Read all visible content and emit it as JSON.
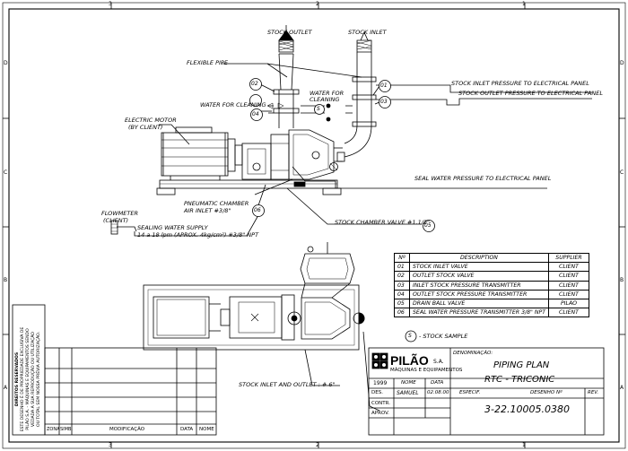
{
  "frame": {
    "top_zones": [
      "3",
      "2",
      "1"
    ],
    "bottom_zones": [
      "3",
      "2",
      "1"
    ],
    "left_zones": [
      "D",
      "C",
      "B",
      "A"
    ],
    "right_zones": [
      "D",
      "C",
      "B",
      "A"
    ]
  },
  "callouts": {
    "stock_outlet": "STOCK OUTLET",
    "stock_inlet": "STOCK INLET",
    "flexible_pipe": "FLEXIBLE PIPE",
    "water_for_cleaning_a": "WATER FOR",
    "water_for_cleaning_b": "CLEANING",
    "water_for_cleaning_left": "WATER FOR CLEANING",
    "electric_motor_a": "ELECTRIC MOTOR",
    "electric_motor_b": "(BY CLIENT)",
    "inlet_pressure": "STOCK INLET PRESSURE TO ELECTRICAL PANEL",
    "outlet_pressure": "STOCK OUTLET PRESSURE TO ELECTRICAL PANEL",
    "seal_water": "SEAL WATER PRESSURE TO ELECTRICAL PANEL",
    "pneumatic_a": "PNEUMATIC CHAMBER",
    "pneumatic_b": "AIR INLET #3/8\"",
    "flowmeter_a": "FLOWMETER",
    "flowmeter_b": "(CLIENT)",
    "sealing_a": "SEALING WATER SUPPLY",
    "sealing_b": "14 a 18 lpm (APROX. 4kg/cm²) #3/8\" NPT",
    "stock_chamber_valve": "STOCK CHAMBER VALVE #1.1/2\"",
    "stock_inlet_outlet": "STOCK INLET AND OUTLET : # 6\"",
    "stock_sample": "- STOCK SAMPLE",
    "sample_symbol": "S",
    "balloon_01": "01",
    "balloon_02": "02",
    "balloon_03": "03",
    "balloon_04": "04",
    "balloon_05": "05",
    "balloon_06": "06"
  },
  "parts_table": {
    "headers": [
      "Nº",
      "DESCRIPTION",
      "SUPPLIER"
    ],
    "rows": [
      [
        "01",
        "STOCK INLET VALVE",
        "CLIENT"
      ],
      [
        "02",
        "OUTLET STOCK VALVE",
        "CLIENT"
      ],
      [
        "03",
        "INLET STOCK PRESSURE TRANSMITTER",
        "CLIENT"
      ],
      [
        "04",
        "OUTLET STOCK PRESSURE TRANSMITTER",
        "CLIENT"
      ],
      [
        "05",
        "DRAIN BALL VALVE",
        "PILAO"
      ],
      [
        "06",
        "SEAL WATER PRESSURE TRANSMITTER  3/8\" NPT",
        "CLIENT"
      ]
    ]
  },
  "title_block": {
    "brand": "PILÃO",
    "brand_suffix": "S.A.",
    "brand_sub": "MÁQUINAS E EQUIPAMENTOS",
    "denominacao_label": "DENOMINAÇÃO:",
    "title_line1": "PIPING PLAN",
    "title_line2": "RTC  -  TRICONIC",
    "year": "1999",
    "nome_label": "NOME",
    "data_label": "DATA",
    "des_label": "DES.",
    "des_name": "SAMUEL",
    "des_date": "02.08.00",
    "contr_label": "CONTR.",
    "aprov_label": "APROV.",
    "especif_label": "ESPECIF.",
    "desenho_label": "DESENHO Nº",
    "rev_label": "REV.",
    "drawing_number": "3-22.10005.0380"
  },
  "revision_block": {
    "zona": "ZONA",
    "simb": "SIMB.",
    "modificacao": "MODIFICAÇÃO",
    "data": "DATA",
    "nome": "NOME"
  },
  "copyright_notice": {
    "heading": "DIREITOS RESERVADOS",
    "line1": "ESTE DESENHO É DE PROPRIEDADE EXCLUSIVA DE",
    "line2": "PILÃO S.A. - MÁQUINAS E EQUIPAMENTOS SENDO",
    "line3": "VEDADA A SUA REPRODUÇÃO OU UTILIZAÇÃO",
    "line4": "OU TOTAL SEM NOSSA PRÉVIA AUTORIZAÇÃO."
  }
}
